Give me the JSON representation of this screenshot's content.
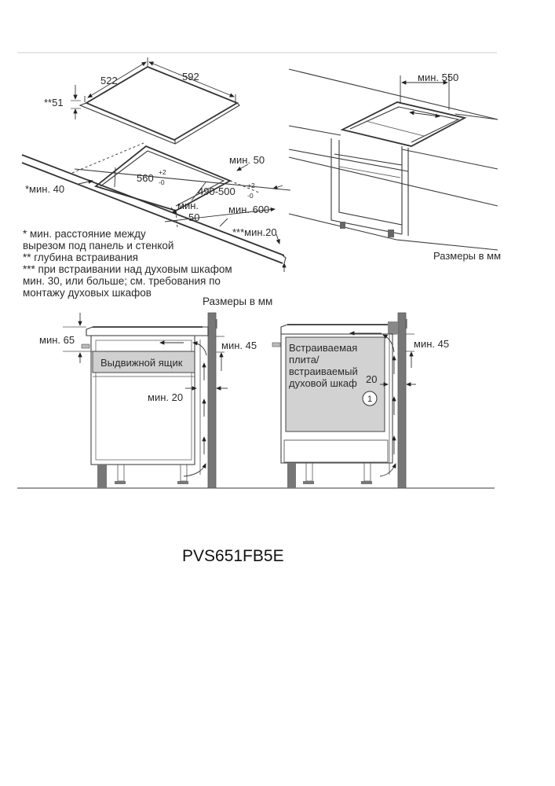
{
  "top_left": {
    "d522": "522",
    "d592": "592",
    "d51": "**51",
    "d560": "560",
    "d560_tol_plus": "+2",
    "d560_tol_minus": "-0",
    "d490": "490-500",
    "d490_tol_plus": "+2",
    "d490_tol_minus": "-0",
    "min50_right": "мин. 50",
    "min40": "*мин. 40",
    "min50_bottom_a": "мин.",
    "min50_bottom_b": "50",
    "min600": "мин. 600",
    "min20": "***мин.20"
  },
  "notes": [
    "*   мин. расстояние между",
    "     вырезом под панель и стенкой",
    "**  глубина встраивания",
    "*** при встраивании над духовым шкафом",
    "     мин. 30, или больше; см. требования по",
    "     монтажу духовых шкафов"
  ],
  "top_right": {
    "min550": "мин. 550",
    "units": "Размеры в мм"
  },
  "units_center": "Размеры в мм",
  "bottom_left": {
    "min65": "мин. 65",
    "min45": "мин. 45",
    "drawer": "Выдвижной ящик",
    "min20": "мин. 20"
  },
  "bottom_right": {
    "oven_line1": "Встраиваемая",
    "oven_line2": "плита/",
    "oven_line3": "встраиваемый",
    "oven_line4": "духовой шкаф",
    "min45": "мин. 45",
    "d20": "20",
    "circle": "1"
  },
  "model": "PVS651FB5E"
}
